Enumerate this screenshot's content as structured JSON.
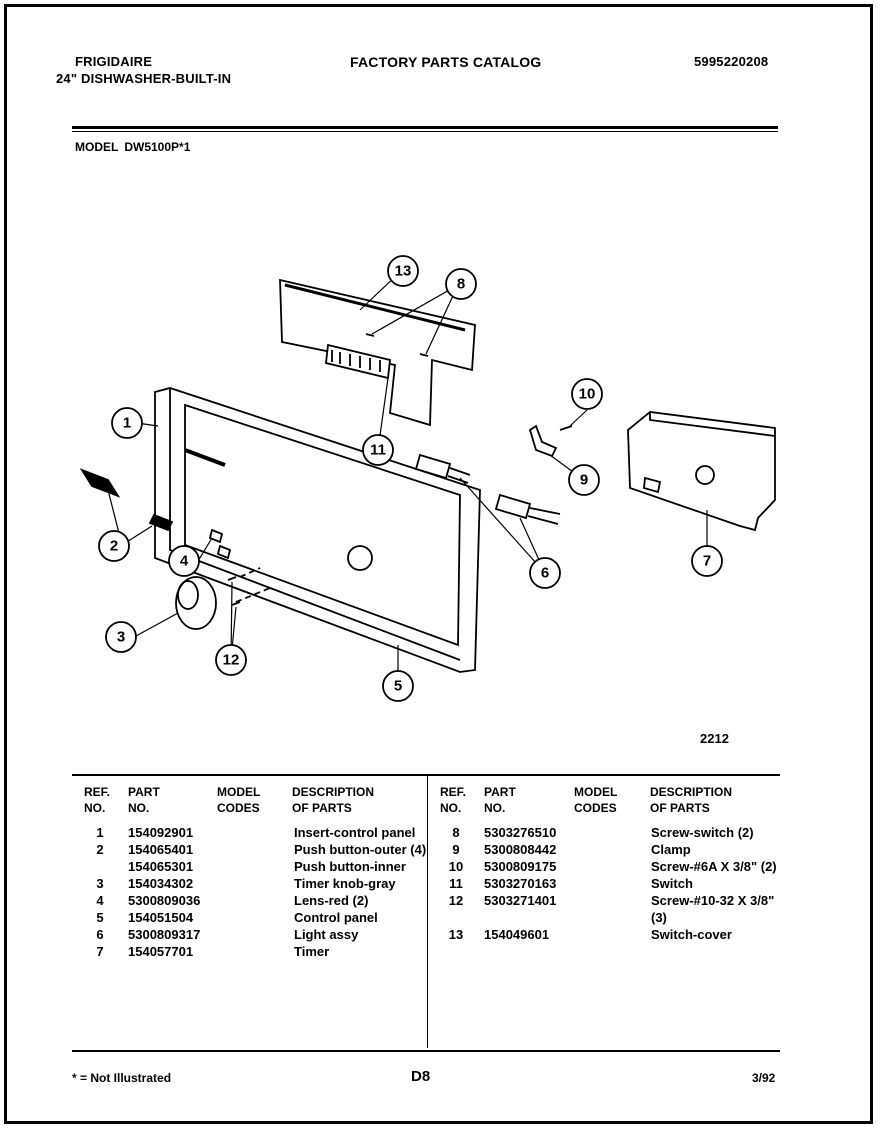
{
  "header": {
    "brand": "FRIGIDAIRE",
    "subtitle": "24\" DISHWASHER-BUILT-IN",
    "title": "FACTORY PARTS CATALOG",
    "catalog_number": "5995220208"
  },
  "model": {
    "label": "MODEL",
    "value": "DW5100P*1"
  },
  "diagram": {
    "callouts": [
      "1",
      "2",
      "3",
      "4",
      "5",
      "6",
      "7",
      "8",
      "9",
      "10",
      "11",
      "12",
      "13"
    ],
    "figure_number": "2212"
  },
  "table": {
    "headers": {
      "ref": [
        "REF.",
        "NO."
      ],
      "part": [
        "PART",
        "NO."
      ],
      "model": [
        "MODEL",
        "CODES"
      ],
      "desc": [
        "DESCRIPTION",
        "OF PARTS"
      ]
    },
    "left_rows": [
      {
        "ref": "1",
        "part": "154092901",
        "desc": "Insert-control panel"
      },
      {
        "ref": "2",
        "part": "154065401",
        "desc": "Push button-outer (4)"
      },
      {
        "ref": "",
        "part": "154065301",
        "desc": "Push button-inner"
      },
      {
        "ref": "3",
        "part": "154034302",
        "desc": "Timer knob-gray"
      },
      {
        "ref": "4",
        "part": "5300809036",
        "desc": "Lens-red (2)"
      },
      {
        "ref": "5",
        "part": "154051504",
        "desc": "Control panel"
      },
      {
        "ref": "6",
        "part": "5300809317",
        "desc": "Light assy"
      },
      {
        "ref": "7",
        "part": "154057701",
        "desc": "Timer"
      }
    ],
    "right_rows": [
      {
        "ref": "8",
        "part": "5303276510",
        "desc": "Screw-switch (2)"
      },
      {
        "ref": "9",
        "part": "5300808442",
        "desc": "Clamp"
      },
      {
        "ref": "10",
        "part": "5300809175",
        "desc": "Screw-#6A X 3/8\" (2)"
      },
      {
        "ref": "11",
        "part": "5303270163",
        "desc": "Switch"
      },
      {
        "ref": "12",
        "part": "5303271401",
        "desc": "Screw-#10-32 X 3/8\""
      },
      {
        "ref": "",
        "part": "",
        "desc": "(3)"
      },
      {
        "ref": "13",
        "part": "154049601",
        "desc": "Switch-cover"
      }
    ]
  },
  "footer": {
    "note": "* = Not Illustrated",
    "page": "D8",
    "date": "3/92"
  }
}
